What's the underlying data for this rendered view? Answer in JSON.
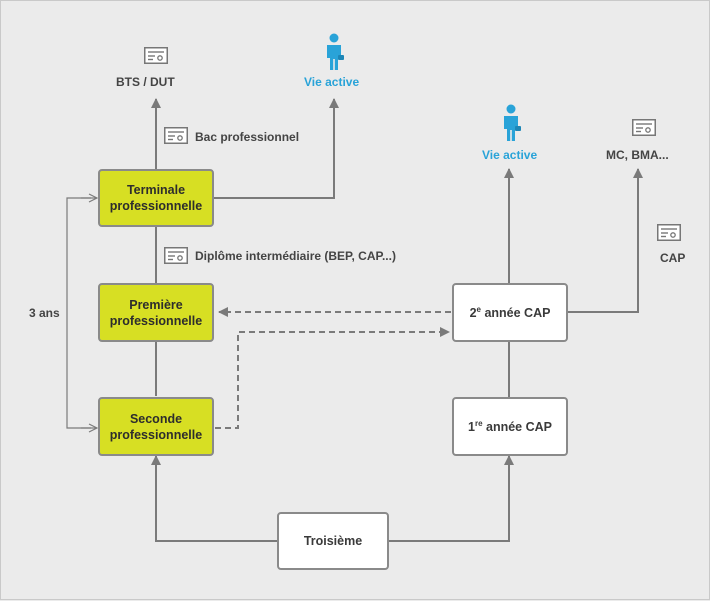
{
  "boxes": {
    "terminale": "Terminale professionnelle",
    "premiere": "Première professionnelle",
    "seconde": "Seconde professionnelle",
    "troisieme": "Troisième",
    "cap2_num": "2",
    "cap2_sup": "e",
    "cap2_rest": " année CAP",
    "cap1_num": "1",
    "cap1_sup": "re",
    "cap1_rest": " année CAP"
  },
  "labels": {
    "bts_dut": "BTS / DUT",
    "vie_active_left": "Vie active",
    "vie_active_right": "Vie active",
    "mc_bma": "MC, BMA...",
    "bac_pro": "Bac professionnel",
    "diplome_intermediaire": "Diplôme intermédiaire (BEP, CAP...)",
    "trois_ans": "3 ans",
    "cap": "CAP"
  },
  "icons": {
    "certificate": "certificate-icon",
    "person": "person-icon"
  },
  "colors": {
    "accent_yellow": "#d7df23",
    "accent_blue": "#29a3d8",
    "line_gray": "#7a7a7a",
    "background": "#ebebeb"
  }
}
